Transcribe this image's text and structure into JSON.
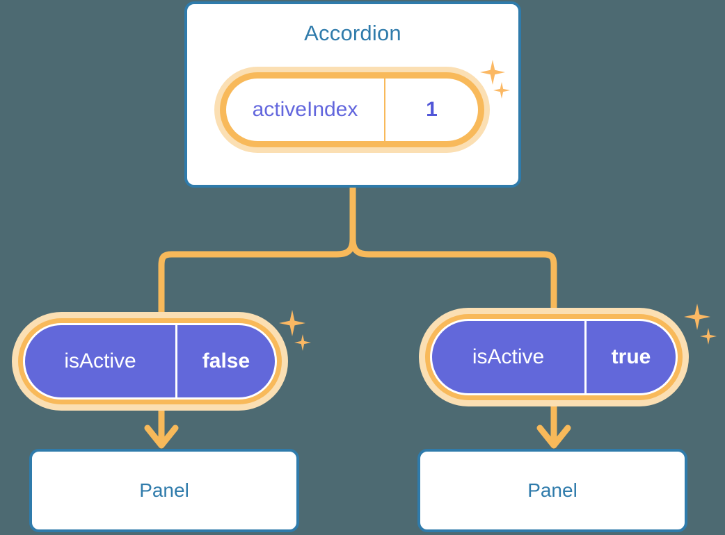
{
  "theme": {
    "background": "#4d6a72",
    "card_border": "#2f7bab",
    "card_fill": "#ffffff",
    "title_text": "#2f7bab",
    "pill_ring": "#f8b95a",
    "pill_glow": "#fbdfb3",
    "pill_fill_purple": "#6268da",
    "pill_text_purple": "#6266dd",
    "connector": "#f8b95a",
    "sparkle": "#fbb863"
  },
  "diagram": {
    "type": "component-state-tree",
    "root": {
      "title": "Accordion",
      "state_pill": {
        "key": "activeIndex",
        "value": "1",
        "style": "light"
      },
      "sparkle_label": "sparkle-icon"
    },
    "branches": [
      {
        "id": "left",
        "prop_pill": {
          "key": "isActive",
          "value": "false",
          "style": "solid"
        },
        "child": {
          "title": "Panel"
        },
        "sparkle_label": "sparkle-icon"
      },
      {
        "id": "right",
        "prop_pill": {
          "key": "isActive",
          "value": "true",
          "style": "solid"
        },
        "child": {
          "title": "Panel"
        },
        "sparkle_label": "sparkle-icon"
      }
    ]
  }
}
